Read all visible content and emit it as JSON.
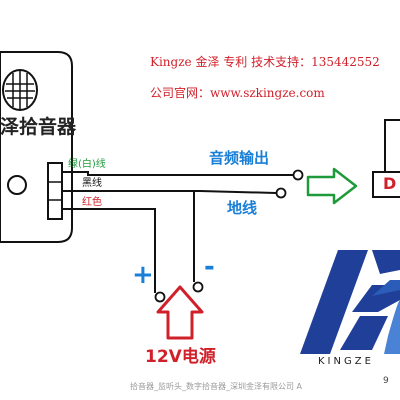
{
  "header": {
    "line1": "Kingze 金泽 专利  技术支持：135442552",
    "line2": "公司官网：www.szkingze.com"
  },
  "device": {
    "title": "泽拾音器"
  },
  "wires": {
    "green_label": "绿(白)线",
    "black_label": "黑线",
    "red_label": "红色"
  },
  "outputs": {
    "audio_label": "音频输出",
    "ground_label": "地线"
  },
  "power": {
    "plus": "+",
    "minus": "-",
    "label": "12V电源"
  },
  "display": {
    "char": "D"
  },
  "logo": {
    "brand": "KINGZE",
    "sub": "9"
  },
  "footer": {
    "text": "拾音器_监听头_数字拾音器_深圳金泽有限公司 A"
  },
  "colors": {
    "wire": "#111111",
    "accent_blue": "#1a7fd6",
    "accent_red": "#d0202a",
    "accent_green": "#1e9a3a",
    "logo_blue": "#1f3f99"
  }
}
